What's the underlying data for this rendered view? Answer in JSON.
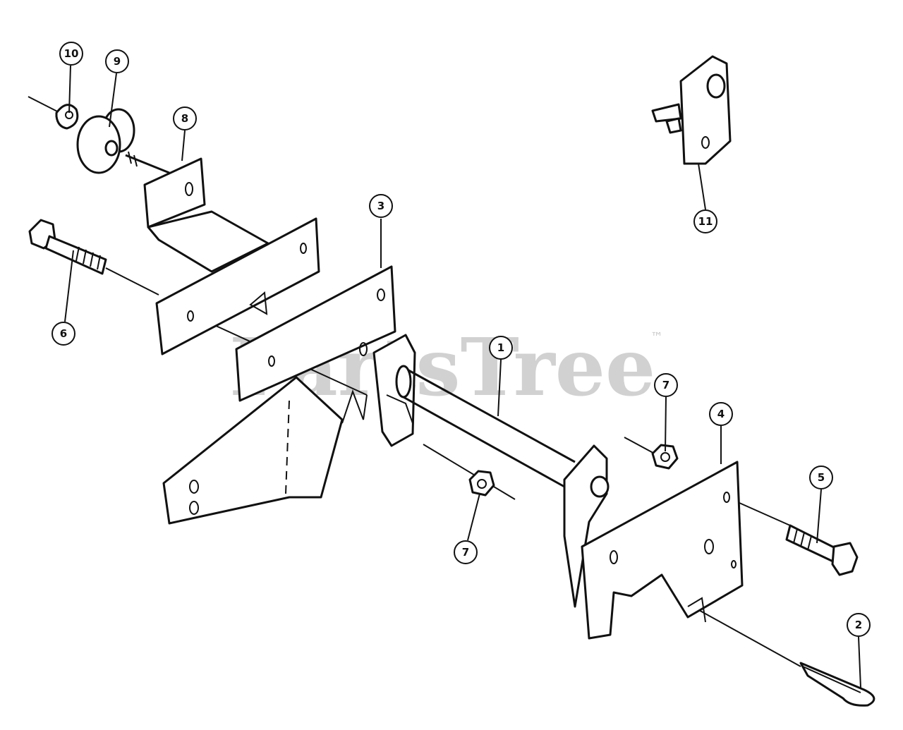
{
  "watermark": {
    "text": "PartsTree",
    "trademark": "™"
  },
  "callouts": [
    {
      "id": "c10",
      "label": "10"
    },
    {
      "id": "c9",
      "label": "9"
    },
    {
      "id": "c8",
      "label": "8"
    },
    {
      "id": "c3",
      "label": "3"
    },
    {
      "id": "c6",
      "label": "6"
    },
    {
      "id": "c1",
      "label": "1"
    },
    {
      "id": "c7a",
      "label": "7"
    },
    {
      "id": "c4",
      "label": "4"
    },
    {
      "id": "c5",
      "label": "5"
    },
    {
      "id": "c7b",
      "label": "7"
    },
    {
      "id": "c2",
      "label": "2"
    },
    {
      "id": "c11",
      "label": "11"
    }
  ]
}
